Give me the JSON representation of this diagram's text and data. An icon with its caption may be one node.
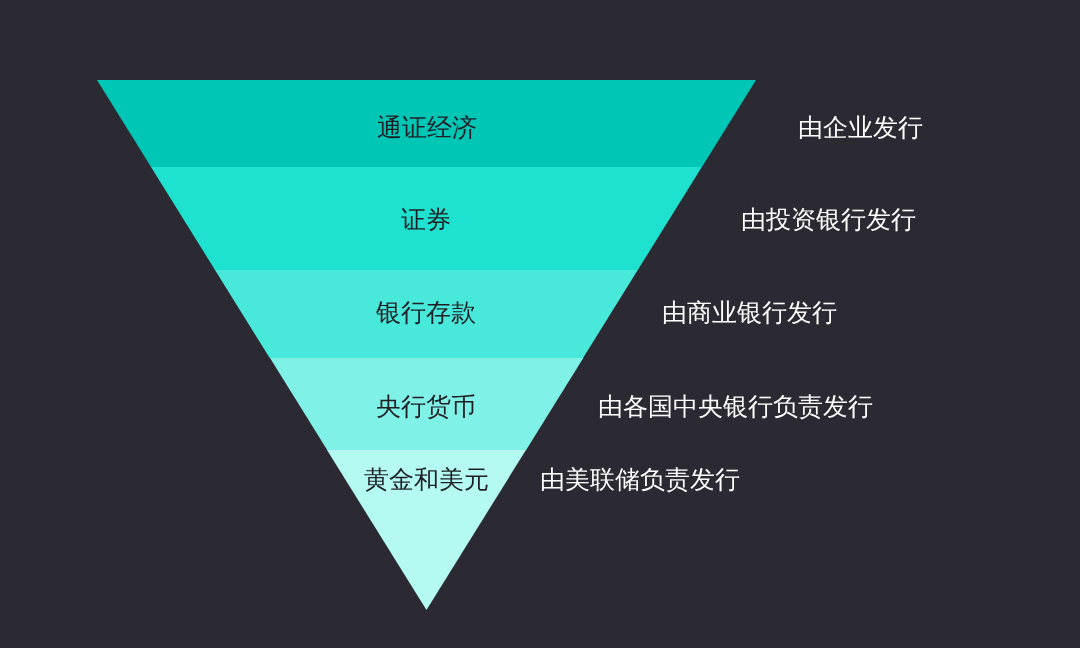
{
  "diagram": {
    "nodes": [
      {
        "text": [
          "通证经济"
        ],
        "beside": [
          "由企业发行"
        ]
      },
      {
        "text": [
          "证券"
        ],
        "beside": [
          "由投资银行发行"
        ]
      },
      {
        "text": [
          "银行存款"
        ],
        "beside": [
          "由商业银行发行"
        ]
      },
      {
        "text": [
          "央行货币"
        ],
        "beside": [
          "由各国中央银行负责发行"
        ]
      },
      {
        "text": [
          "黄金和美元"
        ],
        "beside": [
          "由美联储负责发行"
        ]
      }
    ]
  }
}
